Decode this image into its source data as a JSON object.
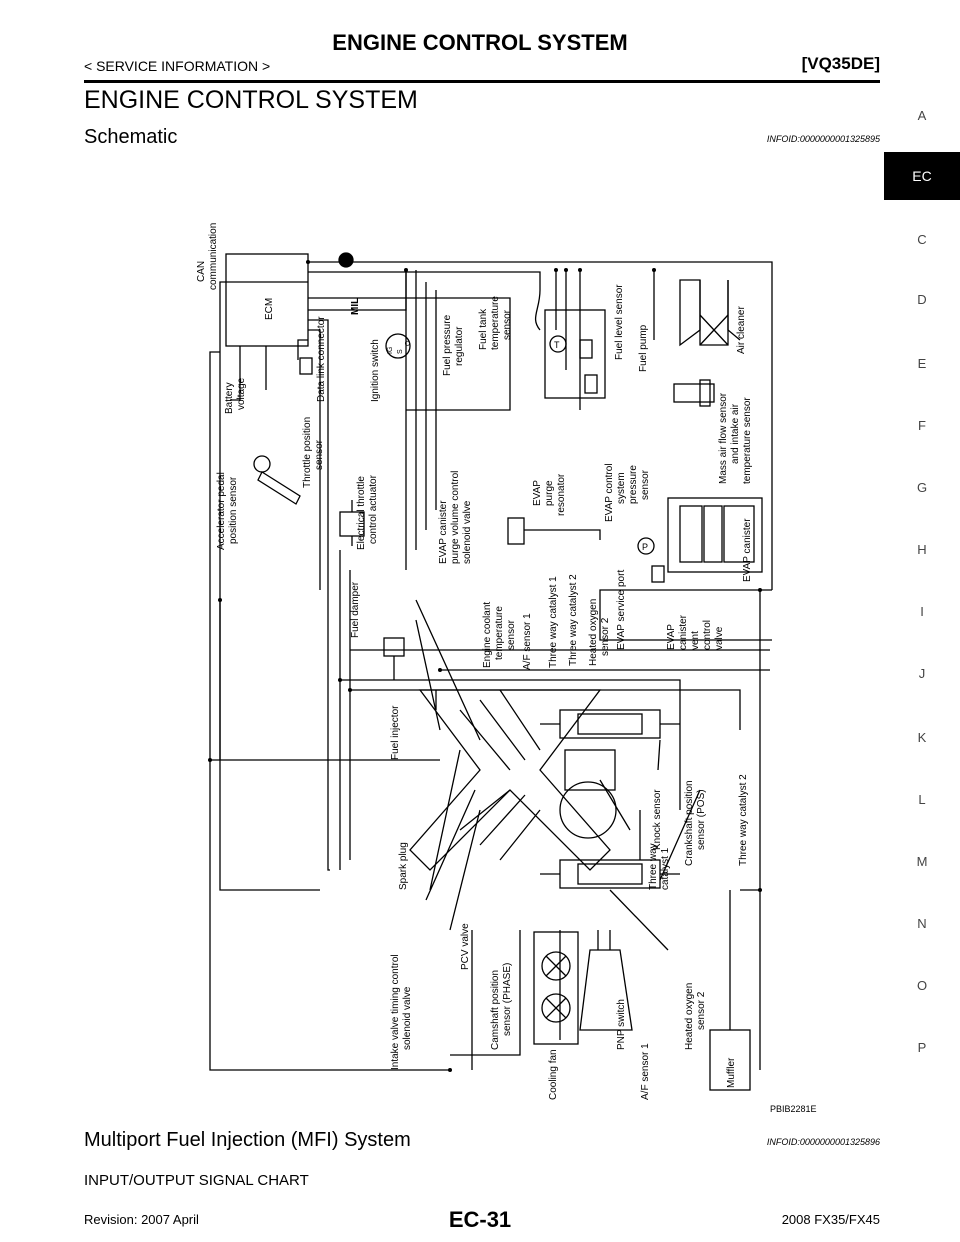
{
  "header": {
    "title": "ENGINE CONTROL SYSTEM",
    "left": "< SERVICE INFORMATION >",
    "right": "[VQ35DE]"
  },
  "section": {
    "title": "ENGINE CONTROL SYSTEM",
    "subtitle": "Schematic",
    "info_id_1": "INFOID:0000000001325895"
  },
  "diagram": {
    "figure_code": "PBIB2281E",
    "labels": {
      "can": "CAN",
      "communication": "communication",
      "ecm": "ECM",
      "mil": "MIL",
      "battery": "Battery",
      "voltage": "voltage",
      "data_link": "Data link connector",
      "ignition": "Ignition switch",
      "accel_1": "Accelerator pedal",
      "accel_2": "position sensor",
      "throttle_1": "Throttle position",
      "throttle_2": "sensor",
      "etc_1": "Electrical throttle",
      "etc_2": "control actuator",
      "fuel_damper": "Fuel damper",
      "fuel_injector": "Fuel injector",
      "spark_plug": "Spark plug",
      "ivt_1": "Intake valve timing control",
      "ivt_2": "solenoid valve",
      "pcv": "PCV valve",
      "cam_1": "Camshaft position",
      "cam_2": "sensor (PHASE)",
      "cooling_fan": "Cooling fan",
      "fpr_1": "Fuel pressure",
      "fpr_2": "regulator",
      "ftt_1": "Fuel tank",
      "ftt_2": "temperature",
      "ftt_3": "sensor",
      "fuel_level": "Fuel level sensor",
      "fuel_pump": "Fuel pump",
      "air_cleaner": "Air cleaner",
      "maf_1": "Mass air flow sensor",
      "maf_2": "and intake air",
      "maf_3": "temperature sensor",
      "evap_can_1": "EVAP canister",
      "evap_can_2": "purge volume control",
      "evap_can_3": "solenoid valve",
      "evap_purge_1": "EVAP",
      "evap_purge_2": "purge",
      "evap_purge_3": "resonator",
      "evap_ctrl_1": "EVAP control",
      "evap_ctrl_2": "system",
      "evap_ctrl_3": "pressure",
      "evap_ctrl_4": "sensor",
      "evap_canister": "EVAP canister",
      "evap_service": "EVAP service port",
      "evap_vent_1": "EVAP",
      "evap_vent_2": "canister",
      "evap_vent_3": "vent",
      "evap_vent_4": "control",
      "evap_vent_5": "valve",
      "ect_1": "Engine coolant",
      "ect_2": "temperature",
      "ect_3": "sensor",
      "af1": "A/F sensor 1",
      "twc1": "Three way catalyst 1",
      "twc2": "Three way catalyst 2",
      "ho2_1": "Heated oxygen",
      "ho2_2": "sensor 2",
      "knock": "Knock sensor",
      "crank_1": "Crankshaft position",
      "crank_2": "sensor (POS)",
      "twc_a": "Three way",
      "twc_b": "catalyst 1",
      "twc2b": "Three way catalyst 2",
      "ho2b_1": "Heated oxygen",
      "ho2b_2": "sensor 2",
      "pnp": "PNP switch",
      "af1b": "A/F sensor 1",
      "muffler": "Muffler",
      "ig": "IG",
      "s": "S",
      "o": "O",
      "t": "T",
      "p": "P"
    }
  },
  "mfi": {
    "title": "Multiport Fuel Injection (MFI) System",
    "info_id_2": "INFOID:0000000001325896",
    "chart_heading": "INPUT/OUTPUT SIGNAL CHART"
  },
  "footer": {
    "left": "Revision: 2007 April",
    "center": "EC-31",
    "right": "2008 FX35/FX45"
  },
  "tabs": [
    "A",
    "EC",
    "C",
    "D",
    "E",
    "F",
    "G",
    "H",
    "I",
    "J",
    "K",
    "L",
    "M",
    "N",
    "O",
    "P"
  ],
  "active_tab": "EC"
}
